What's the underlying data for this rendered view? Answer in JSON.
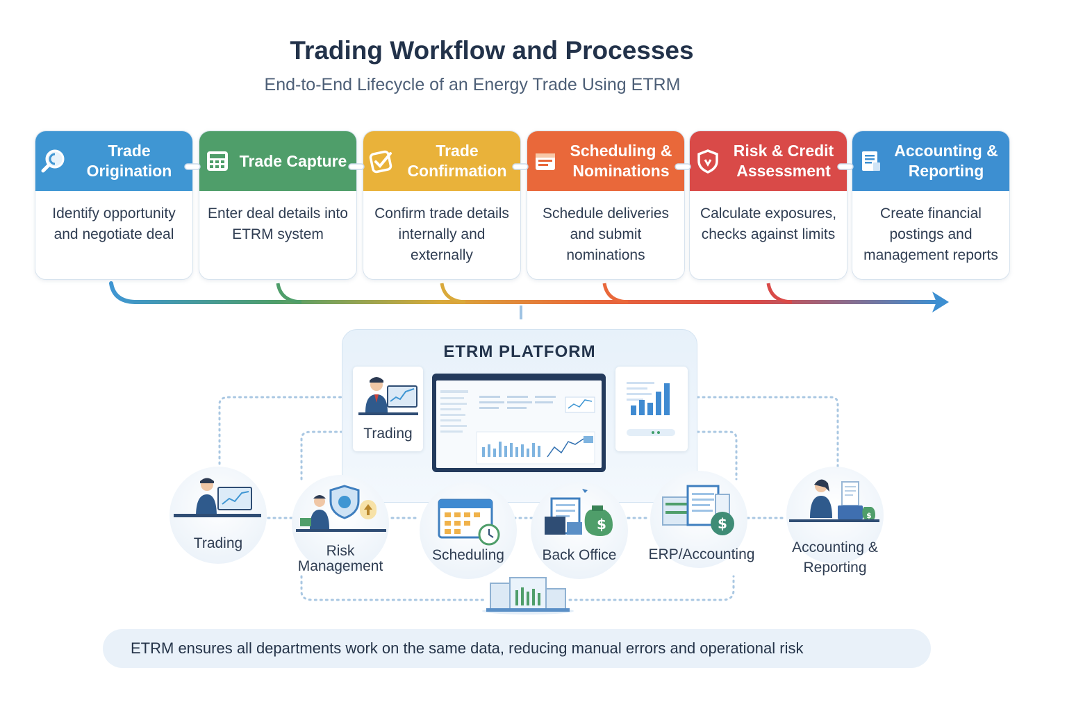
{
  "header": {
    "title": "Trading Workflow and Processes",
    "subtitle": "End-to-End Lifecycle of an Energy Trade Using ETRM"
  },
  "steps": [
    {
      "title": "Trade Origination",
      "description": "Identify opportunity and negotiate deal",
      "color": "#3f96d3",
      "icon": "magnifier-icon"
    },
    {
      "title": "Trade Capture",
      "description": "Enter deal details into ETRM system",
      "color": "#4f9e6a",
      "icon": "calculator-icon"
    },
    {
      "title": "Trade Confirmation",
      "description": "Confirm trade details internally and externally",
      "color": "#e9b23a",
      "icon": "checkmark-icon"
    },
    {
      "title": "Scheduling & Nominations",
      "description": "Schedule deliveries and submit nominations",
      "color": "#e9683a",
      "icon": "schedule-icon"
    },
    {
      "title": "Risk & Credit Assessment",
      "description": "Calculate exposures, checks against limits",
      "color": "#d94a48",
      "icon": "shield-icon"
    },
    {
      "title": "Accounting & Reporting",
      "description": "Create financial postings and management reports",
      "color": "#3d8fd1",
      "icon": "report-icon"
    }
  ],
  "platform": {
    "title": "ETRM PLATFORM",
    "trading_card_label": "Trading"
  },
  "departments": [
    {
      "name": "Trading",
      "icon": "trader-icon"
    },
    {
      "name": "Risk Management",
      "icon": "risk-shield-icon"
    },
    {
      "name": "Scheduling",
      "icon": "calendar-icon"
    },
    {
      "name": "Back Office",
      "icon": "money-bag-icon"
    },
    {
      "name": "ERP/Accounting",
      "icon": "documents-icon"
    },
    {
      "name": "Accounting & Reporting",
      "icon": "accountant-icon"
    }
  ],
  "footer": {
    "text": "ETRM ensures all departments work on the same data, reducing manual errors and operational risk"
  }
}
